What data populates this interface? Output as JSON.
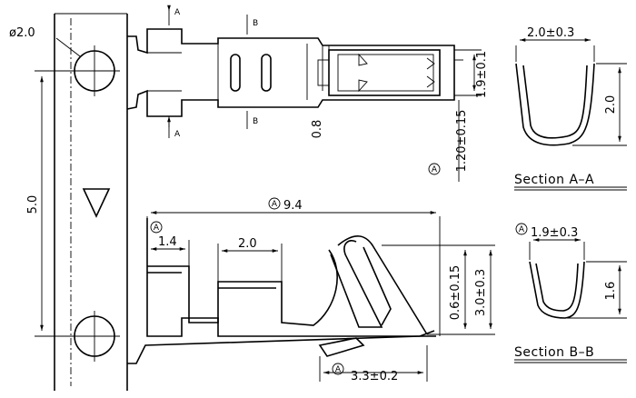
{
  "section_markers": {
    "a": "A",
    "b": "B"
  },
  "hole_diameter": "ø2.0",
  "dims": {
    "pitch_vertical": "5.0",
    "length_total": "9.4",
    "tab_width": "1.4",
    "slot_width": "2.0",
    "contact_width": "3.3±0.2",
    "thickness_a": "0.6±0.15",
    "height_b": "3.0±0.3",
    "thickness_b": "0.8",
    "height_c": "1.20±0.15",
    "height_d": "1.9±0.1"
  },
  "section_a": {
    "title": "Section A–A",
    "width": "2.0±0.3",
    "height": "2.0"
  },
  "section_b": {
    "title": "Section B–B",
    "width": "1.9±0.3",
    "height": "1.6"
  },
  "revision_mark": "A"
}
